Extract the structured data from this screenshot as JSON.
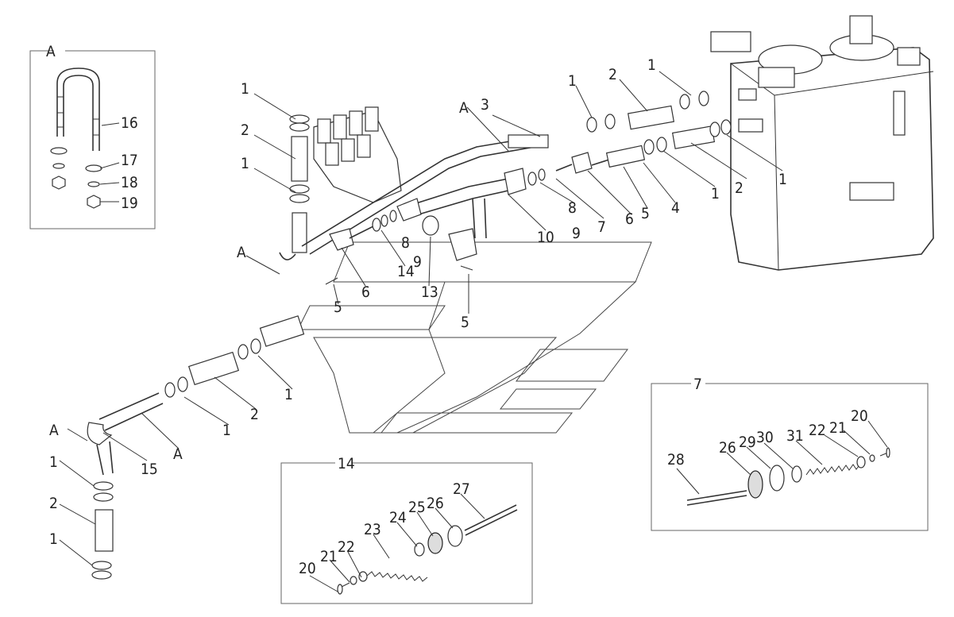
{
  "groups": {
    "detail_A": {
      "title": "A",
      "labels": [
        "16",
        "17",
        "18",
        "19"
      ]
    },
    "group_14": {
      "title": "14",
      "labels": [
        "20",
        "21",
        "22",
        "23",
        "24",
        "25",
        "26",
        "27"
      ]
    },
    "group_7": {
      "title": "7",
      "labels": [
        "20",
        "21",
        "22",
        "31",
        "30",
        "29",
        "26",
        "28"
      ]
    }
  },
  "main_labels": [
    "1",
    "2",
    "1",
    "A",
    "6",
    "14",
    "8",
    "9",
    "13",
    "5",
    "5",
    "A",
    "3",
    "10",
    "9",
    "8",
    "7",
    "6",
    "5",
    "4",
    "1",
    "2",
    "1",
    "1",
    "2",
    "1",
    "1",
    "2",
    "1",
    "A",
    "15",
    "A",
    "1",
    "2",
    "1"
  ],
  "colors": {
    "line": "#333333",
    "frame": "#666666"
  }
}
